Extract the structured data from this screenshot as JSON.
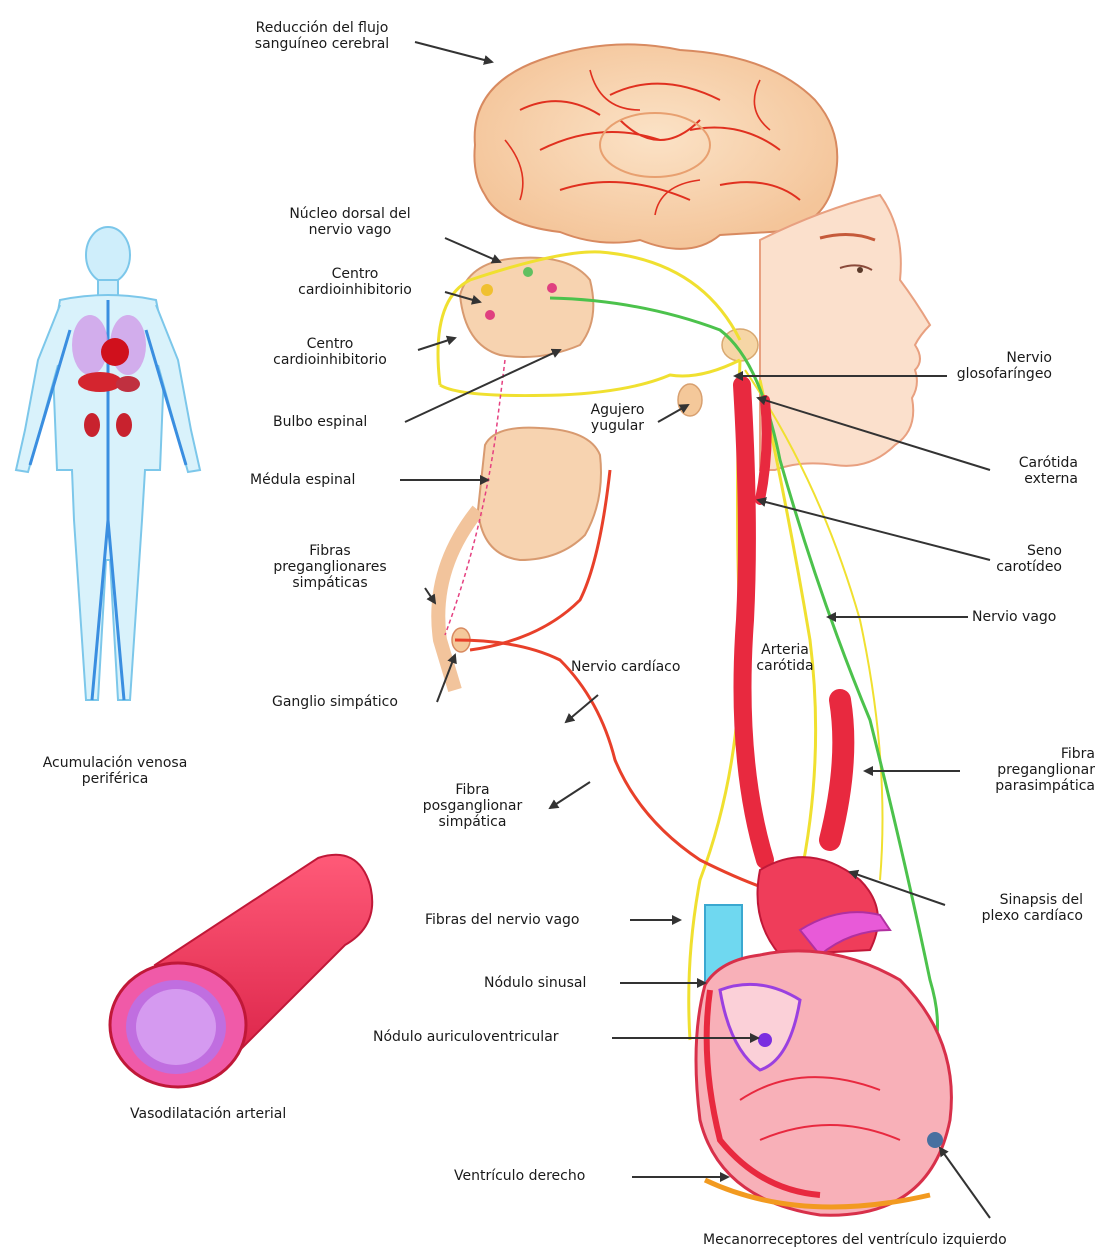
{
  "labels": {
    "brain_flow": [
      "Reducción del flujo",
      "sanguíneo cerebral"
    ],
    "vagal_nucleus": [
      "Núcleo dorsal del",
      "nervio vago"
    ],
    "cardioinhib_1": [
      "Centro",
      "cardioinhibitorio"
    ],
    "cardioinhib_2": [
      "Centro",
      "cardioinhibitorio"
    ],
    "medulla_oblongata": "Bulbo espinal",
    "spinal_cord": "Médula espinal",
    "preganglionic_symp": [
      "Fibras",
      "preganglionares",
      "simpáticas"
    ],
    "symp_ganglion": "Ganglio simpático",
    "jugular_foramen": [
      "Agujero",
      "yugular"
    ],
    "glossopharyngeal": [
      "Nervio",
      "glosofaríngeo"
    ],
    "external_carotid": [
      "Carótida",
      "externa"
    ],
    "carotid_sinus": [
      "Seno",
      "carotídeo"
    ],
    "vagus_nerve": "Nervio vago",
    "carotid_artery": [
      "Arteria",
      "carótida"
    ],
    "cardiac_nerve": "Nervio cardíaco",
    "postganglionic_symp": [
      "Fibra",
      "posganglionar",
      "simpática"
    ],
    "preganglionic_parasymp": [
      "Fibra",
      "preganglionar",
      "parasimpática"
    ],
    "cardiac_plexus": [
      "Sinapsis del",
      "plexo cardíaco"
    ],
    "vagus_fibers": "Fibras del nervio vago",
    "sinus_node": "Nódulo sinusal",
    "av_node": "Nódulo auriculoventricular",
    "right_ventricle": "Ventrículo derecho",
    "lv_mechanoreceptors": "Mecanorreceptores del ventrículo izquierdo",
    "venous_pooling": [
      "Acumulación venosa",
      "periférica"
    ],
    "vasodilation": "Vasodilatación arterial"
  },
  "colors": {
    "artery": "#e8293f",
    "symp_fiber": "#e8402a",
    "vagus_yellow": "#f0e030",
    "vagus_green": "#4cc24c",
    "vein_blue": "#3a8ee0",
    "body_blue": "#bfe6f7",
    "skin": "#f7c9a8",
    "tube_pink": "#e0459a"
  }
}
